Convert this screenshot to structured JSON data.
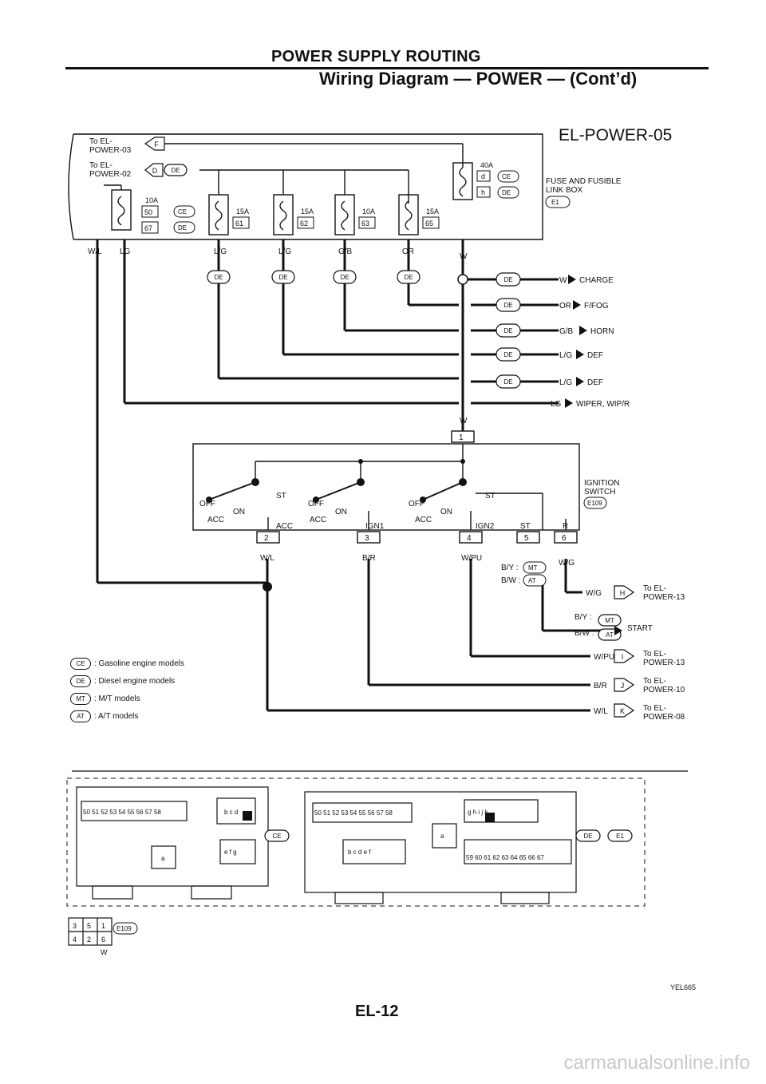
{
  "header": {
    "title": "POWER SUPPLY ROUTING",
    "subtitle": "Wiring Diagram — POWER — (Cont’d)",
    "diagram_code": "EL-POWER-05"
  },
  "connectors": {
    "top_left_1": "To EL-\nPOWER-03",
    "top_left_1_letter": "F",
    "top_left_2": "To EL-\nPOWER-02",
    "top_left_2_letter": "D",
    "top_left_2_oval": "DE"
  },
  "fuses": {
    "f10a": "10A",
    "f10a_n1": "50",
    "f10a_n2": "67",
    "ce": "CE",
    "de": "DE",
    "f15a_61": "15A",
    "n61": "61",
    "f15a_62": "15A",
    "n62": "62",
    "f10a_63": "10A",
    "n63": "63",
    "f15a_65": "15A",
    "n65": "65",
    "f40a": "40A",
    "d": "d",
    "h": "h"
  },
  "fuse_box": {
    "label": "FUSE AND FUSIBLE\nLINK BOX",
    "code": "E1"
  },
  "wires": {
    "wl": "W/L",
    "lg": "LG",
    "lg1": "L/G",
    "lg2": "L/G",
    "gb": "G/B",
    "or": "OR",
    "w": "W",
    "w2": "W"
  },
  "outputs": [
    {
      "color": "W",
      "label": "CHARGE"
    },
    {
      "color": "OR",
      "label": "F/FOG"
    },
    {
      "color": "G/B",
      "label": "HORN"
    },
    {
      "color": "L/G",
      "label": "DEF"
    },
    {
      "color": "L/G",
      "label": "DEF"
    },
    {
      "color": "LG",
      "label": "WIPER, WIP/R"
    }
  ],
  "ignition": {
    "label": "IGNITION\nSWITCH",
    "code": "E109",
    "pin1": "1",
    "pin2": "2",
    "pin3": "3",
    "pin4": "4",
    "pin5": "5",
    "pin6": "6",
    "off": "OFF",
    "on": "ON",
    "acc": "ACC",
    "st": "ST",
    "ign1": "IGN1",
    "ign2": "IGN2",
    "r": "R"
  },
  "ign_wires": {
    "wl": "W/L",
    "br": "B/R",
    "wpu": "W/PU",
    "by_mt": "B/Y :",
    "bw_at": "B/W :",
    "wg": "W/G",
    "mt": "MT",
    "at": "AT"
  },
  "right_refs": {
    "r1_color": "W/G",
    "r1_letter": "H",
    "r1_label": "To EL-\nPOWER-13",
    "start_by": "B/Y :",
    "start_bw": "B/W :",
    "start": "START",
    "r2_color": "W/PU",
    "r2_letter": "I",
    "r2_label": "To EL-\nPOWER-13",
    "r3_color": "B/R",
    "r3_letter": "J",
    "r3_label": "To EL-\nPOWER-10",
    "r4_color": "W/L",
    "r4_letter": "K",
    "r4_label": "To EL-\nPOWER-08"
  },
  "legend": [
    {
      "code": "CE",
      "text": ": Gasoline engine models"
    },
    {
      "code": "DE",
      "text": ": Diesel engine models"
    },
    {
      "code": "MT",
      "text": ": M/T models"
    },
    {
      "code": "AT",
      "text": ": A/T models"
    }
  ],
  "connector_views": {
    "left_row": [
      "50",
      "51",
      "52",
      "53",
      "54",
      "55",
      "56",
      "57",
      "58"
    ],
    "left_bcd": [
      "b",
      "c",
      "d"
    ],
    "left_efg": [
      "e",
      "f",
      "g"
    ],
    "left_a": "a",
    "left_code": "CE",
    "right_row": [
      "50",
      "51",
      "52",
      "53",
      "54",
      "55",
      "56",
      "57",
      "58"
    ],
    "right_ghijk": [
      "g",
      "h",
      "i",
      "j",
      "k"
    ],
    "right_bcdef": [
      "b",
      "c",
      "d",
      "e",
      "f"
    ],
    "right_a": "a",
    "right_bottom": [
      "59",
      "60",
      "61",
      "62",
      "63",
      "64",
      "65",
      "66",
      "67"
    ],
    "right_code1": "DE",
    "right_code2": "E1",
    "ign_conn": [
      "3",
      "5",
      "1",
      "4",
      "2",
      "6"
    ],
    "ign_code": "E109",
    "ign_color": "W"
  },
  "footer": {
    "page": "EL-12",
    "ref": "YEL665",
    "watermark": "carmanualsonline.info"
  }
}
